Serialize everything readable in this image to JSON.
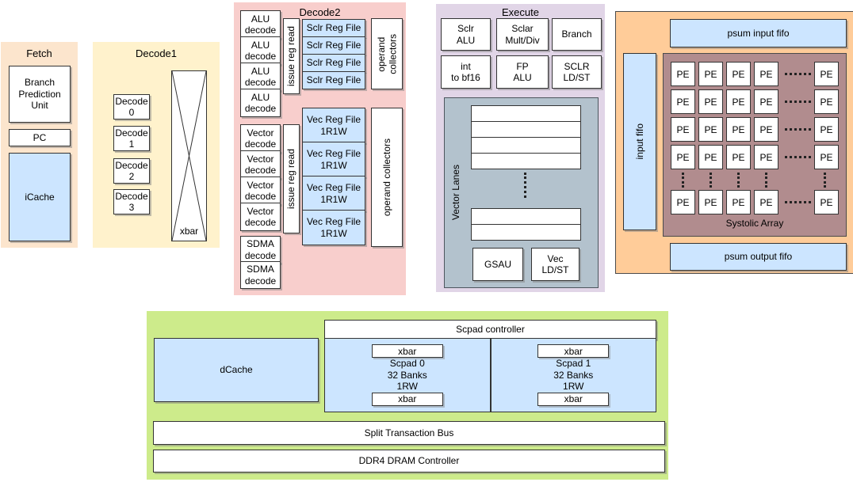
{
  "colors": {
    "fetch_bg": "#fce5cd",
    "decode1_bg": "#fff2cc",
    "decode2_bg": "#f8cecc",
    "execute_bg": "#e1d5e7",
    "accelerator_bg": "#ffcc99",
    "systolic_array_bg": "#b18c8e",
    "vector_lanes_bg": "#b3c2cd",
    "memory_bg": "#cdeb8b",
    "cache_fill": "#cce5ff",
    "box_fill": "#ffffff",
    "border": "#333333"
  },
  "fetch": {
    "title": "Fetch",
    "bpu_label": "Branch\nPrediction\nUnit",
    "pc_label": "PC",
    "icache_label": "iCache"
  },
  "decode1": {
    "title": "Decode1",
    "units": [
      "Decode\n0",
      "Decode\n1",
      "Decode\n2",
      "Decode\n3"
    ],
    "xbar_label": "xbar"
  },
  "decode2": {
    "title": "Decode2",
    "alu_decode_label": "ALU\ndecode",
    "issue_reg_read_label": "issue reg read",
    "sclr_reg_file_label": "Sclr Reg File",
    "operand_collectors_label": "operand\ncollectors",
    "operand_collectors2_label": "operand collectors",
    "vector_decode_label": "Vector\ndecode",
    "vec_reg_file_label": "Vec Reg File\n1R1W",
    "sdma_decode_label": "SDMA\ndecode"
  },
  "execute": {
    "title": "Execute",
    "row1": [
      "Sclr\nALU",
      "Sclar\nMult/Div",
      "Branch"
    ],
    "row2": [
      "int\nto bf16",
      "FP\nALU",
      "SCLR\nLD/ST"
    ],
    "vector_lanes_label": "Vector Lanes",
    "gsau_label": "GSAU",
    "vec_ldst_label": "Vec\nLD/ST"
  },
  "systolic": {
    "psum_input_label": "psum input fifo",
    "input_fifo_label": "input fifo",
    "pe_label": "PE",
    "array_label": "Systolic Array",
    "psum_output_label": "psum output fifo"
  },
  "memory": {
    "dcache_label": "dCache",
    "controller_label": "Scpad controller",
    "xbar_label": "xbar",
    "scpad0_label": "Scpad 0\n32 Banks\n1RW",
    "scpad1_label": "Scpad 1\n32 Banks\n1RW",
    "split_bus_label": "Split Transaction Bus",
    "ddr4_label": "DDR4 DRAM Controller"
  }
}
